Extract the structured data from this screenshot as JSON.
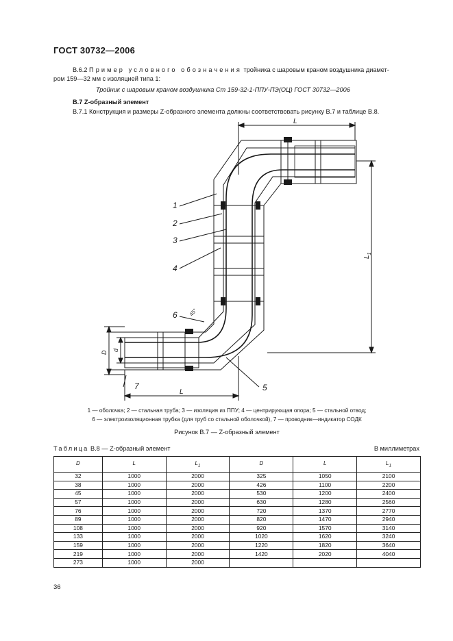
{
  "header": "ГОСТ  30732—2006",
  "para_b62": {
    "number": "В.6.2",
    "spaced": "Пример условного обозначения",
    "rest": " тройника с шаровым краном воздушника диамет-",
    "line2": "ром  159—32  мм с изоляцией типа 1:"
  },
  "example_designation": "Тройник с шаровым краном воздушника Ст 159-32-1-ППУ-ПЭ(ОЦ) ГОСТ 30732—2006",
  "section_title": "В.7  Z-образный элемент",
  "para_b71": "В.7.1  Конструкция и размеры Z-образного элемента должны соответствовать рисунку В.7 и таблице В.8.",
  "figure": {
    "callouts": [
      "1",
      "2",
      "3",
      "4",
      "5",
      "6",
      "7"
    ],
    "dim_L_top": "L",
    "dim_L_bottom": "L",
    "dim_L1": "L",
    "dim_L1_sub": "1",
    "dim_D": "D",
    "dim_d": "d",
    "angle_label": "45°"
  },
  "legend_line1": "1 — оболочка; 2 — стальная труба; 3 — изоляция из ППУ; 4 — центрирующая опора; 5 — стальной отвод;",
  "legend_line2": "6 — электроизоляционная трубка (для труб со стальной оболочкой), 7 — проводник—индикатор СОДК",
  "figure_caption": "Рисунок В.7 — Z-образный элемент",
  "table_title_spaced": "Таблица",
  "table_title_rest": " В.8 — Z-образный элемент",
  "table_units": "В миллиметрах",
  "table": {
    "headers": [
      "D",
      "L",
      "L",
      "D",
      "L",
      "L"
    ],
    "header_subs": [
      "",
      "",
      "1",
      "",
      "",
      "1"
    ],
    "rows": [
      [
        "32",
        "1000",
        "2000",
        "325",
        "1050",
        "2100"
      ],
      [
        "38",
        "1000",
        "2000",
        "426",
        "1100",
        "2200"
      ],
      [
        "45",
        "1000",
        "2000",
        "530",
        "1200",
        "2400"
      ],
      [
        "57",
        "1000",
        "2000",
        "630",
        "1280",
        "2560"
      ],
      [
        "76",
        "1000",
        "2000",
        "720",
        "1370",
        "2770"
      ],
      [
        "89",
        "1000",
        "2000",
        "820",
        "1470",
        "2940"
      ],
      [
        "108",
        "1000",
        "2000",
        "920",
        "1570",
        "3140"
      ],
      [
        "133",
        "1000",
        "2000",
        "1020",
        "1620",
        "3240"
      ],
      [
        "159",
        "1000",
        "2000",
        "1220",
        "1820",
        "3640"
      ],
      [
        "219",
        "1000",
        "2000",
        "1420",
        "2020",
        "4040"
      ],
      [
        "273",
        "1000",
        "2000",
        "",
        "",
        ""
      ]
    ]
  },
  "page_number": "36"
}
